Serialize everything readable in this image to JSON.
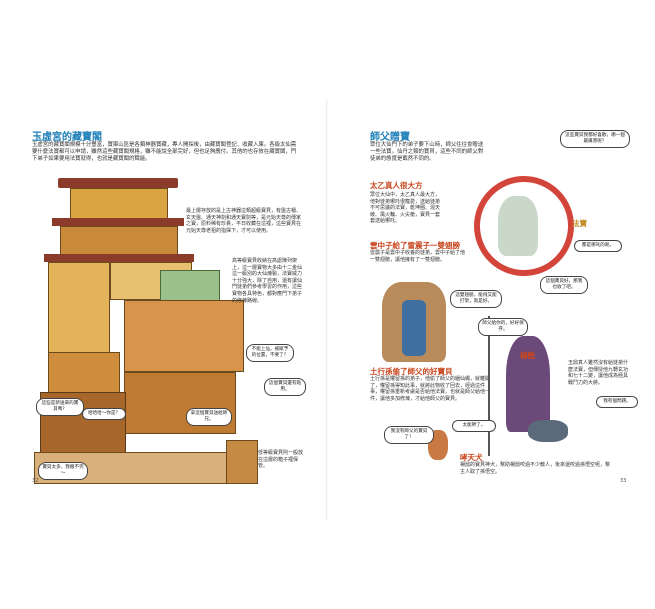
{
  "left": {
    "page_number": "32",
    "title": "玉虛宮的藏寶閣",
    "intro": "玉虛宮的藏寶閣規模十分豐富，寶庫山區是各類神器寶藏，專人開採後，由藏寶閣登記、收藏入庫。各級太仙需要什麼法寶都可以申請，雖然這些藏寶閣規格，雖不能說全部完好，但也足夠應付。其他的也存放在藏寶閣，門下弟子如果要用法寶就得，也就是藏寶閣的職能。",
    "para1": "最上層存放的是上古神器這類超級寶貝，有盤古幡、玄天盤、通天神劍和通天寶劍等，是元始天尊的傳家之寶，原料稀有珍貴，平日收藏在這裡，這些寶貝在元始天尊老祖的指揮下，才可以使用。",
    "para2": "高等級寶貝收納在高處陳列架上，這一層寶物大多由十二金仙這一級別的大仙煉製，法寶威力十分強大，除了自用，還有讓仙門徒弟們參考學習的作用，這些寶物各具特色，都對應門下弟子的修煉路線。",
    "para3": "低等級寶貝則一般放在這層的箱子裡保管。",
    "bubbles": [
      "不能上仙，被賦予的位置，不要了？",
      "這個寶貝還有點用。",
      "拿這個寶貝送給師兄。",
      "哈哈哈～你是？",
      "這些是新送來的寶貝嗎？",
      "寶貝太多，我搬不完～"
    ]
  },
  "right": {
    "page_number": "33",
    "title": "師父贈寶",
    "intro": "眾位大仙門下的弟子要下山時，師父往往會贈送一些法寶。仙丹之類的寶貝，這些不同的師父對徒弟的態度是截然不同的。",
    "sec1_title": "太乙真人很大方",
    "sec1_body": "眾位大仙中，太乙真人最大方，他對徒弟哪吒很寵愛，送給徒弟不可思議的法寶，乾坤圈、混天綾、風火輪、火尖槍，寶貝一套套送給哪吒。",
    "fabao_label": "法寶",
    "sec2_title": "雲中子給了雷震子一雙翅膀",
    "sec2_body": "雷震子是雲中子收養的徒弟，雲中子給了他一雙翅膀，讓他擁有了一雙翅膀。",
    "sec3_title": "土行孫偷了師父的好寶貝",
    "sec3_body": "土行孫是懼留孫的弟子，他偷了師父的綑仙繩，就離開了，懼留孫得知此事，就將此物收了回去，經過這件事，懼留孫重新考慮是否給他法寶，也就是師父給他一件，讓他多加修煉，才給他師父的寶貝。",
    "yangjian_label": "楊戩",
    "yangjian_body": "玉鼎真人雖然沒有給徒弟什麼法寶，但傳授他九轉玄功和七十二變，讓他成為極具戰鬥力的大將。",
    "xiaotianquan_label": "哮天犬",
    "xiaotianquan_body": "楊戩的寶貝神犬，幫助楊戩咬過不少敵人，後來還咬過孫悟空呢，幫主人取了孫悟空。",
    "bubbles": [
      "這些寶貝我都好喜歡，哪一個最厲害呢？",
      "都是哪吒的呢。",
      "這雙翅膀，能飛又能打架，就是好。",
      "這個寶貝好，那我也收了吧。",
      "師父給你的，好好保存。",
      "我有個問題。",
      "我沒有師父的寶貝了！",
      "太能幹了。"
    ]
  },
  "colors": {
    "title_blue": "#1e7fb8",
    "subtitle_orange": "#c8461e"
  }
}
